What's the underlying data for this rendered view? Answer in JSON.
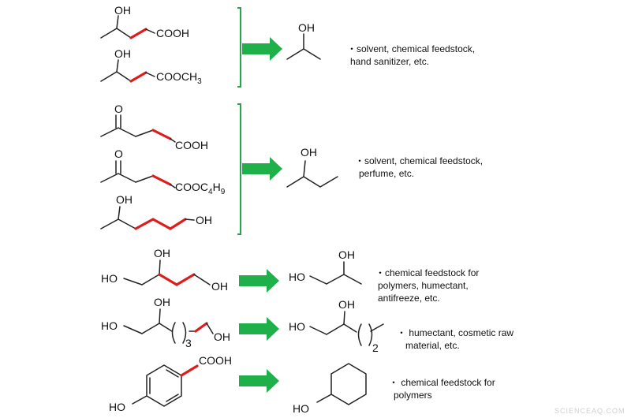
{
  "colors": {
    "cleaved_bond": "#e01b1b",
    "arrow": "#1fb04a",
    "bracket": "#22a84a",
    "watermark": "#cfcfcf"
  },
  "groups": [
    {
      "substrates": [
        {
          "labels": {
            "oh": "OH",
            "tail": "COOH"
          }
        },
        {
          "labels": {
            "oh": "OH",
            "tail_main": "COOCH",
            "tail_sub": "3"
          }
        }
      ],
      "product": {
        "labels": {
          "oh": "OH"
        }
      },
      "uses": [
        "・solvent, chemical feedstock,",
        "hand sanitizer, etc."
      ]
    },
    {
      "substrates": [
        {
          "labels": {
            "o": "O",
            "tail": "COOH"
          }
        },
        {
          "labels": {
            "o": "O",
            "tail_a": "COOC",
            "tail_sub_a": "4",
            "tail_b": "H",
            "tail_sub_b": "9"
          }
        },
        {
          "labels": {
            "oh": "OH",
            "tail": "OH"
          }
        }
      ],
      "product": {
        "labels": {
          "oh": "OH"
        }
      },
      "uses": [
        "・solvent, chemical feedstock,",
        "perfume, etc."
      ]
    },
    {
      "substrates": [
        {
          "labels": {
            "left": "HO",
            "top": "OH",
            "right": "OH"
          }
        }
      ],
      "product": {
        "labels": {
          "left": "HO",
          "top": "OH"
        }
      },
      "uses": [
        "・chemical feedstock for",
        "polymers, humectant,",
        "antifreeze, etc."
      ]
    },
    {
      "substrates": [
        {
          "labels": {
            "left": "HO",
            "top": "OH",
            "sub": "3",
            "right": "OH"
          }
        }
      ],
      "product": {
        "labels": {
          "left": "HO",
          "top": "OH",
          "sub": "2"
        }
      },
      "uses": [
        "・ humectant, cosmetic raw",
        "material, etc."
      ]
    },
    {
      "substrates": [
        {
          "labels": {
            "top": "COOH",
            "bottom": "HO"
          }
        }
      ],
      "product": {
        "labels": {
          "left": "HO"
        }
      },
      "uses": [
        "・ chemical feedstock for",
        "polymers"
      ]
    }
  ],
  "watermark": "SCIENCEAQ.COM"
}
